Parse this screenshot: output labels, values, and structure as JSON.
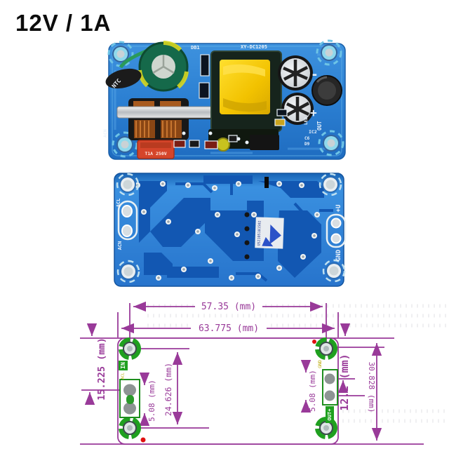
{
  "title": "12V / 1A",
  "colors": {
    "pcb_blue": "#2b7fd2",
    "pcb_bottom_blue": "#2f86d8",
    "trace_blue": "#1257b2",
    "dimension_purple": "#993a99",
    "terminal_green": "#1fa01f",
    "transformer_yellow": "#f5c400",
    "fuse_red": "#d5452a"
  },
  "top_board": {
    "silkscreen": {
      "db1": "DB1",
      "model": "XY-DC1205",
      "ntc": "NTC",
      "acn": "ACN",
      "minus": "-",
      "plus": "+",
      "out": "OUT",
      "led": "LED",
      "ic2": "IC2",
      "c6": "C6",
      "d9": "D9"
    },
    "fuse_label": "T1A 250V"
  },
  "bottom_board": {
    "silkscreen": {
      "acl": "ACL",
      "acn": "ACN",
      "plus_u": "+U",
      "gnd": "GND"
    },
    "sticker_text": "US2105181502"
  },
  "diagram": {
    "dims": {
      "hole_pitch_h": "57.35 (mm)",
      "board_width": "63.775 (mm)",
      "edge_to_input_pin": "15.225 (mm)",
      "input_pin_pitch": "5.08 (mm)",
      "hole_pitch_v": "24.626 (mm)",
      "edge_to_output_pin": "12.2 (mm)",
      "output_pin_pitch": "5.08 (mm)",
      "board_height": "30.828 (mm)"
    },
    "labels": {
      "input": "IN",
      "input_side": "ACL",
      "output": "OUT+",
      "output_side": "GND"
    }
  }
}
